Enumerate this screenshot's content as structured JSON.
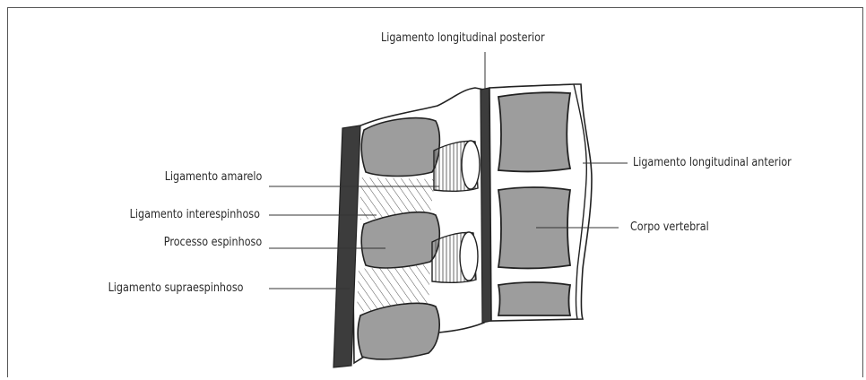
{
  "labels": {
    "posterior": "Ligamento longitudinal posterior",
    "anterior": "Ligamento longitudinal anterior",
    "amarelo": "Ligamento amarelo",
    "interespinhoso": "Ligamento interespinhoso",
    "espinhoso": "Processo espinhoso",
    "supraespinhoso": "Ligamento supraespinhoso",
    "corpo": "Corpo vertebral"
  },
  "colors": {
    "bone_fill": "#9d9d9d",
    "ligament_dark": "#3c3c3c",
    "outline": "#222222"
  }
}
